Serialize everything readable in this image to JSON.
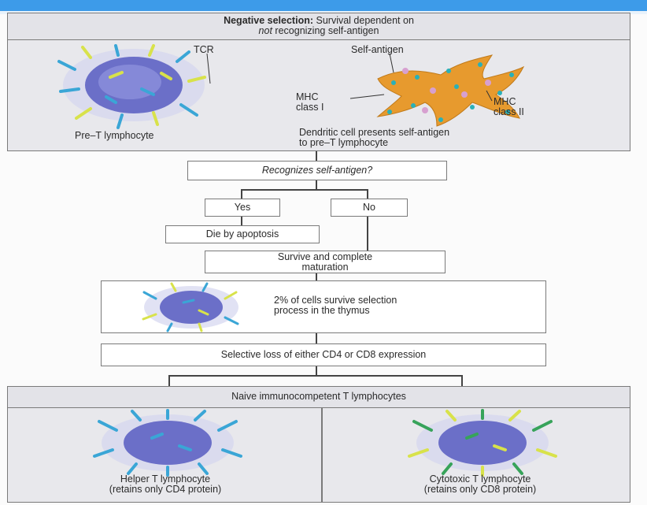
{
  "diagram": {
    "header": {
      "bold": "Negative selection:",
      "rest": "Survival dependent on",
      "line2_italic": "not",
      "line2_rest": "recognizing self-antigen"
    },
    "labels": {
      "tcr": "TCR",
      "self_antigen": "Self-antigen",
      "mhc1_line1": "MHC",
      "mhc1_line2": "class I",
      "mhc2_line1": "MHC",
      "mhc2_line2": "class II",
      "pre_t": "Pre–T lymphocyte",
      "dendritic_line1": "Dendritic cell presents self-antigen",
      "dendritic_line2": "to pre–T lymphocyte"
    },
    "question": "Recognizes self-antigen?",
    "yes": "Yes",
    "no": "No",
    "apoptosis": "Die by apoptosis",
    "survive_line1": "Survive and complete",
    "survive_line2": "maturation",
    "percent_line1": "2% of cells survive selection",
    "percent_line2": "process in the thymus",
    "selective_loss": "Selective loss of either CD4 or CD8 expression",
    "naive": "Naive immunocompetent T lymphocytes",
    "helper_line1": "Helper T lymphocyte",
    "helper_line2": "(retains only CD4 protein)",
    "cytotoxic_line1": "Cytotoxic T lymphocyte",
    "cytotoxic_line2": "(retains only CD8 protein)"
  },
  "colors": {
    "topbar": "#3d9be9",
    "cell_body": "#6b6fc8",
    "cell_halo": "#cfd0ee",
    "receptor_blue": "#3aa6d6",
    "receptor_yellow": "#d8e24a",
    "receptor_green": "#37a35a",
    "dendritic": "#e79a2e"
  }
}
